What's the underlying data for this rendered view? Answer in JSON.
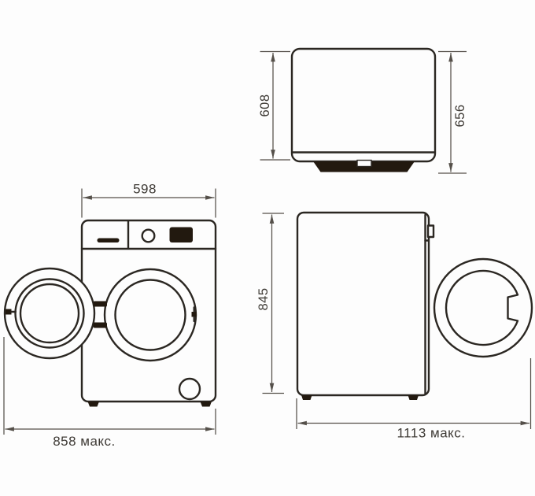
{
  "diagram": {
    "views": {
      "top": {
        "labels": {
          "depth": "608",
          "depth_total": "656"
        }
      },
      "front": {
        "labels": {
          "width": "598",
          "width_door_open": "858 макс."
        }
      },
      "side": {
        "labels": {
          "height": "845",
          "depth_door_open": "1113 макс."
        }
      }
    },
    "colors": {
      "outline": "#2b2722",
      "dimension_lines": "#55504a",
      "label_text": "#3e3a35",
      "dark_fill": "#22190f",
      "background": "#fdfdfd"
    }
  }
}
